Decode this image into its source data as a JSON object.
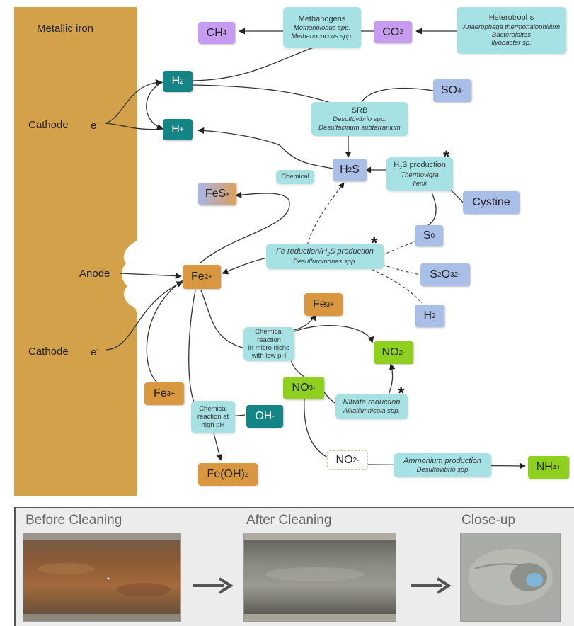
{
  "iron": {
    "metallic_iron": "Metallic iron",
    "cathode_top": "Cathode",
    "cathode_bottom": "Cathode",
    "anode": "Anode",
    "electron": "e"
  },
  "species": {
    "ch4": "CH",
    "ch4_sub": "4",
    "co2": "CO",
    "co2_sub": "2",
    "h2": "H",
    "h2_sub": "2",
    "h_plus": "H",
    "h_plus_sup": "+",
    "so4": "SO",
    "so4_sub": "4",
    "so4_sup": "-",
    "h2s": "H",
    "h2s_sub": "2",
    "h2s_tail": "S",
    "fesx": "FeS",
    "fesx_sub": "x",
    "cystine": "Cystine",
    "s0": "S",
    "s0_sup": "0",
    "fe2": "Fe",
    "fe2_sup": "2+",
    "s2o3": "S",
    "s2o3_sub1": "2",
    "s2o3_mid": "O",
    "s2o3_sub2": "3",
    "s2o3_sup": "2-",
    "fe3_mid": "Fe",
    "fe3_mid_sup": "3+",
    "h2_bottom": "H",
    "h2_bottom_sub": "2",
    "no2": "NO",
    "no2_sub": "2",
    "no2_sup": "-",
    "fe3_left": "Fe",
    "fe3_left_sup": "3+",
    "no3": "NO",
    "no3_sub": "3",
    "no3_sup": "-",
    "oh": "OH",
    "oh_sup": "-",
    "feoh2": "Fe(OH)",
    "feoh2_sub": "2",
    "no2_dashed": "NO",
    "no2_dashed_sub": "2",
    "no2_dashed_sup": "-",
    "nh4": "NH",
    "nh4_sub": "4",
    "nh4_sup": "+"
  },
  "labels": {
    "methanogens": {
      "title": "Methanogens",
      "lines": [
        "Methanolobus spp.",
        "Methanococcus spp."
      ]
    },
    "heterotrophs": {
      "title": "Heterotrophs",
      "lines": [
        "Anaerophaga thermohalophilium",
        "Bacteroidites",
        "Ilyobacter sp."
      ]
    },
    "srb": {
      "title": "SRB",
      "lines": [
        "Desulfovibrio spp.",
        "Desulfacinum subterranium"
      ]
    },
    "chemical": {
      "title": "Chemical"
    },
    "h2s_production": {
      "title_a": "H",
      "title_sub": "2",
      "title_b": "S production",
      "lines": [
        "Thermovigra",
        "lienii"
      ]
    },
    "fe_reduction": {
      "title_a": "Fe reduction/H",
      "title_sub": "2",
      "title_b": "S production",
      "lines": [
        "Desulfuromonas spp."
      ]
    },
    "chem_low_ph": {
      "lines": [
        "Chemical reaction",
        "in micro niche",
        "with low pH"
      ]
    },
    "nitrate_reduction": {
      "title": "Nitrate reduction",
      "lines": [
        "Alkalilimnicola spp."
      ]
    },
    "chem_high_ph": {
      "lines": [
        "Chemical",
        "reaction at",
        "high pH"
      ]
    },
    "ammonium": {
      "title": "Ammonium production",
      "lines": [
        "Desulfovibrio spp"
      ]
    }
  },
  "stars": {
    "symbol": "*"
  },
  "strip": {
    "before": "Before Cleaning",
    "after": "After Cleaning",
    "closeup": "Close-up"
  },
  "colors": {
    "iron": "#d4a14b",
    "teal": "#138585",
    "label_bg": "#a6e2e4",
    "green": "#8fcf1e",
    "orange": "#d9983f",
    "purple": "#c79cf0",
    "blue": "#a9bfe8"
  }
}
